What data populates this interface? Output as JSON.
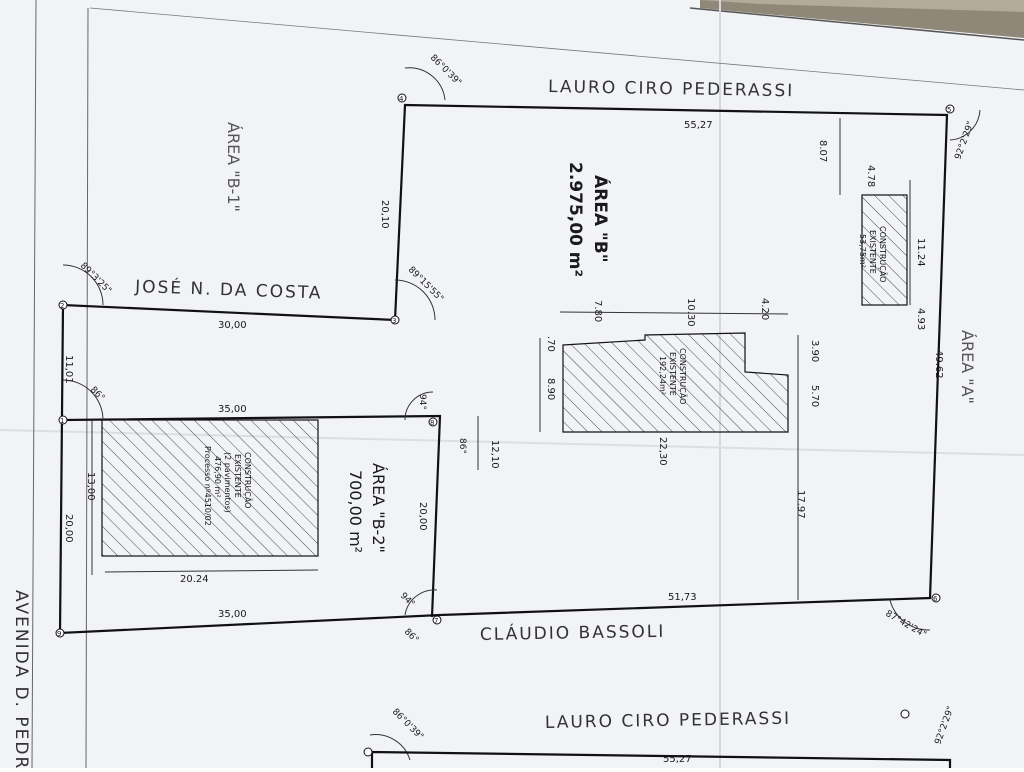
{
  "streets": {
    "north": "LAURO CIRO PEDERASSI",
    "south": "CLÁUDIO BASSOLI",
    "west_neighbor": "JOSÉ N. DA COSTA",
    "north_repeat": "LAURO CIRO PEDERASSI",
    "avenue": "AVENIDA D. PEDRO II"
  },
  "areas": {
    "area_b_title": "ÁREA \"B\"",
    "area_b_value": "2.975,00 m²",
    "area_b2_title": "ÁREA \"B-2\"",
    "area_b2_value": "700,00 m²",
    "area_b1_label": "ÁREA \"B-1\"",
    "area_a_label": "ÁREA \"A\""
  },
  "constructions": {
    "c1": [
      "CONSTRUÇÃO",
      "EXISTENTE",
      "53,75m²"
    ],
    "c2": [
      "CONSTRUÇÃO",
      "EXISTENTE",
      "192,24m²"
    ],
    "c3": [
      "CONSTRUÇÃO",
      "EXISTENTE",
      "(2 pavimentos)",
      "476,90 m²",
      "Processo nº4510/02"
    ]
  },
  "dimensions": {
    "d_55_27": "55,27",
    "d_20_10": "20,10",
    "d_30_00": "30,00",
    "d_11_01": "11,01",
    "d_35_00_top": "35,00",
    "d_35_00_bottom": "35,00",
    "d_13_00": "13,00",
    "d_20_00_left": "20,00",
    "d_20_00_mid": "20,00",
    "d_20_24": "20.24",
    "d_51_73": "51,73",
    "d_49_62": "49.62",
    "d_17_97": "17.97",
    "d_12_10": "12,10",
    "d_22_30": "22,30",
    "d_8_90": "8.90",
    "d_0_70": ".70",
    "d_7_80": "7.80",
    "d_10_30": "10.30",
    "d_4_20": "4.20",
    "d_3_90": "3.90",
    "d_5_70": "5.70",
    "d_8_07": "8.07",
    "d_4_78": "4.78",
    "d_11_24": "11.24",
    "d_4_93": "4.93",
    "d_55_27_repeat": "55,27"
  },
  "angles": {
    "a4": "86°0'39\"",
    "a5": "92°2'29\"",
    "a6": "87°42'24\"",
    "a2": "89°3'25\"",
    "a3": "89°15'55\"",
    "a1": "86°",
    "a8a": "94°",
    "a8b": "86°",
    "a7a": "94°",
    "a7b": "86°",
    "a4_repeat": "86°0'39\"",
    "a5_repeat": "92°2'29\""
  },
  "vertices": [
    "1",
    "2",
    "3",
    "4",
    "5",
    "6",
    "7",
    "8",
    "9"
  ]
}
